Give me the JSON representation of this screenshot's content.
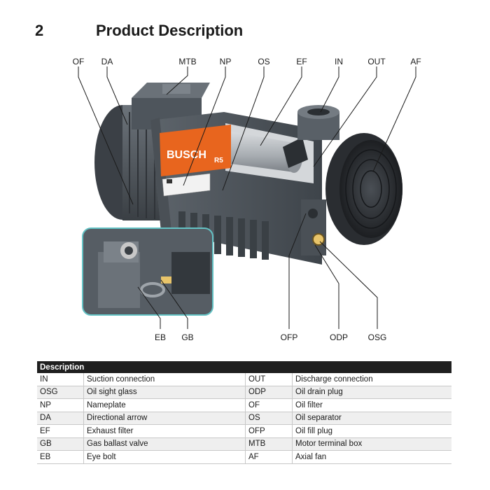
{
  "heading": {
    "number": "2",
    "title": "Product Description"
  },
  "figure": {
    "logo_text": "BUSCH",
    "model_badge": "R5",
    "callouts": {
      "of": "OF",
      "da": "DA",
      "mtb": "MTB",
      "np": "NP",
      "os": "OS",
      "ef": "EF",
      "in": "IN",
      "out": "OUT",
      "af": "AF",
      "eb": "EB",
      "gb": "GB",
      "ofp": "OFP",
      "odp": "ODP",
      "osg": "OSG"
    }
  },
  "table": {
    "header": "Description",
    "rows": [
      {
        "code1": "IN",
        "label1": "Suction connection",
        "code2": "OUT",
        "label2": "Discharge connection"
      },
      {
        "code1": "OSG",
        "label1": "Oil sight glass",
        "code2": "ODP",
        "label2": "Oil drain plug"
      },
      {
        "code1": "NP",
        "label1": "Nameplate",
        "code2": "OF",
        "label2": "Oil filter"
      },
      {
        "code1": "DA",
        "label1": "Directional arrow",
        "code2": "OS",
        "label2": "Oil separator"
      },
      {
        "code1": "EF",
        "label1": "Exhaust filter",
        "code2": "OFP",
        "label2": "Oil fill plug"
      },
      {
        "code1": "GB",
        "label1": "Gas ballast valve",
        "code2": "MTB",
        "label2": "Motor terminal box"
      },
      {
        "code1": "EB",
        "label1": "Eye bolt",
        "code2": "AF",
        "label2": "Axial fan"
      }
    ]
  }
}
